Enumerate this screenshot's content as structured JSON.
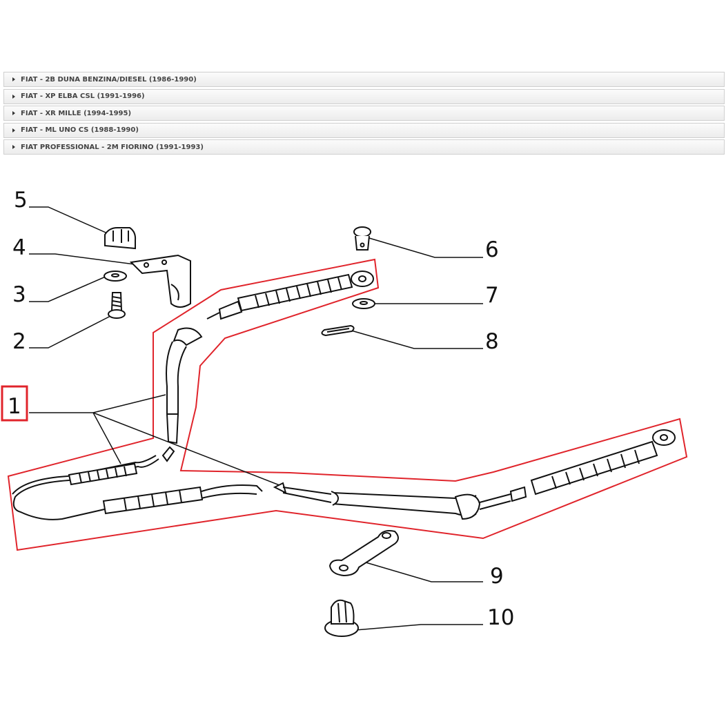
{
  "model_list": [
    {
      "label": "FIAT - 2B DUNA BENZINA/DIESEL (1986-1990)"
    },
    {
      "label": "FIAT - XP ELBA CSL (1991-1996)"
    },
    {
      "label": "FIAT - XR MILLE (1994-1995)"
    },
    {
      "label": "FIAT - ML UNO CS (1988-1990)"
    },
    {
      "label": "FIAT PROFESSIONAL - 2M FIORINO (1991-1993)"
    }
  ],
  "callouts": [
    "5",
    "4",
    "3",
    "2",
    "1",
    "6",
    "7",
    "8",
    "9",
    "10"
  ],
  "highlighted_callout": "1",
  "colors": {
    "highlight": "#e0242b",
    "line": "#111111"
  }
}
